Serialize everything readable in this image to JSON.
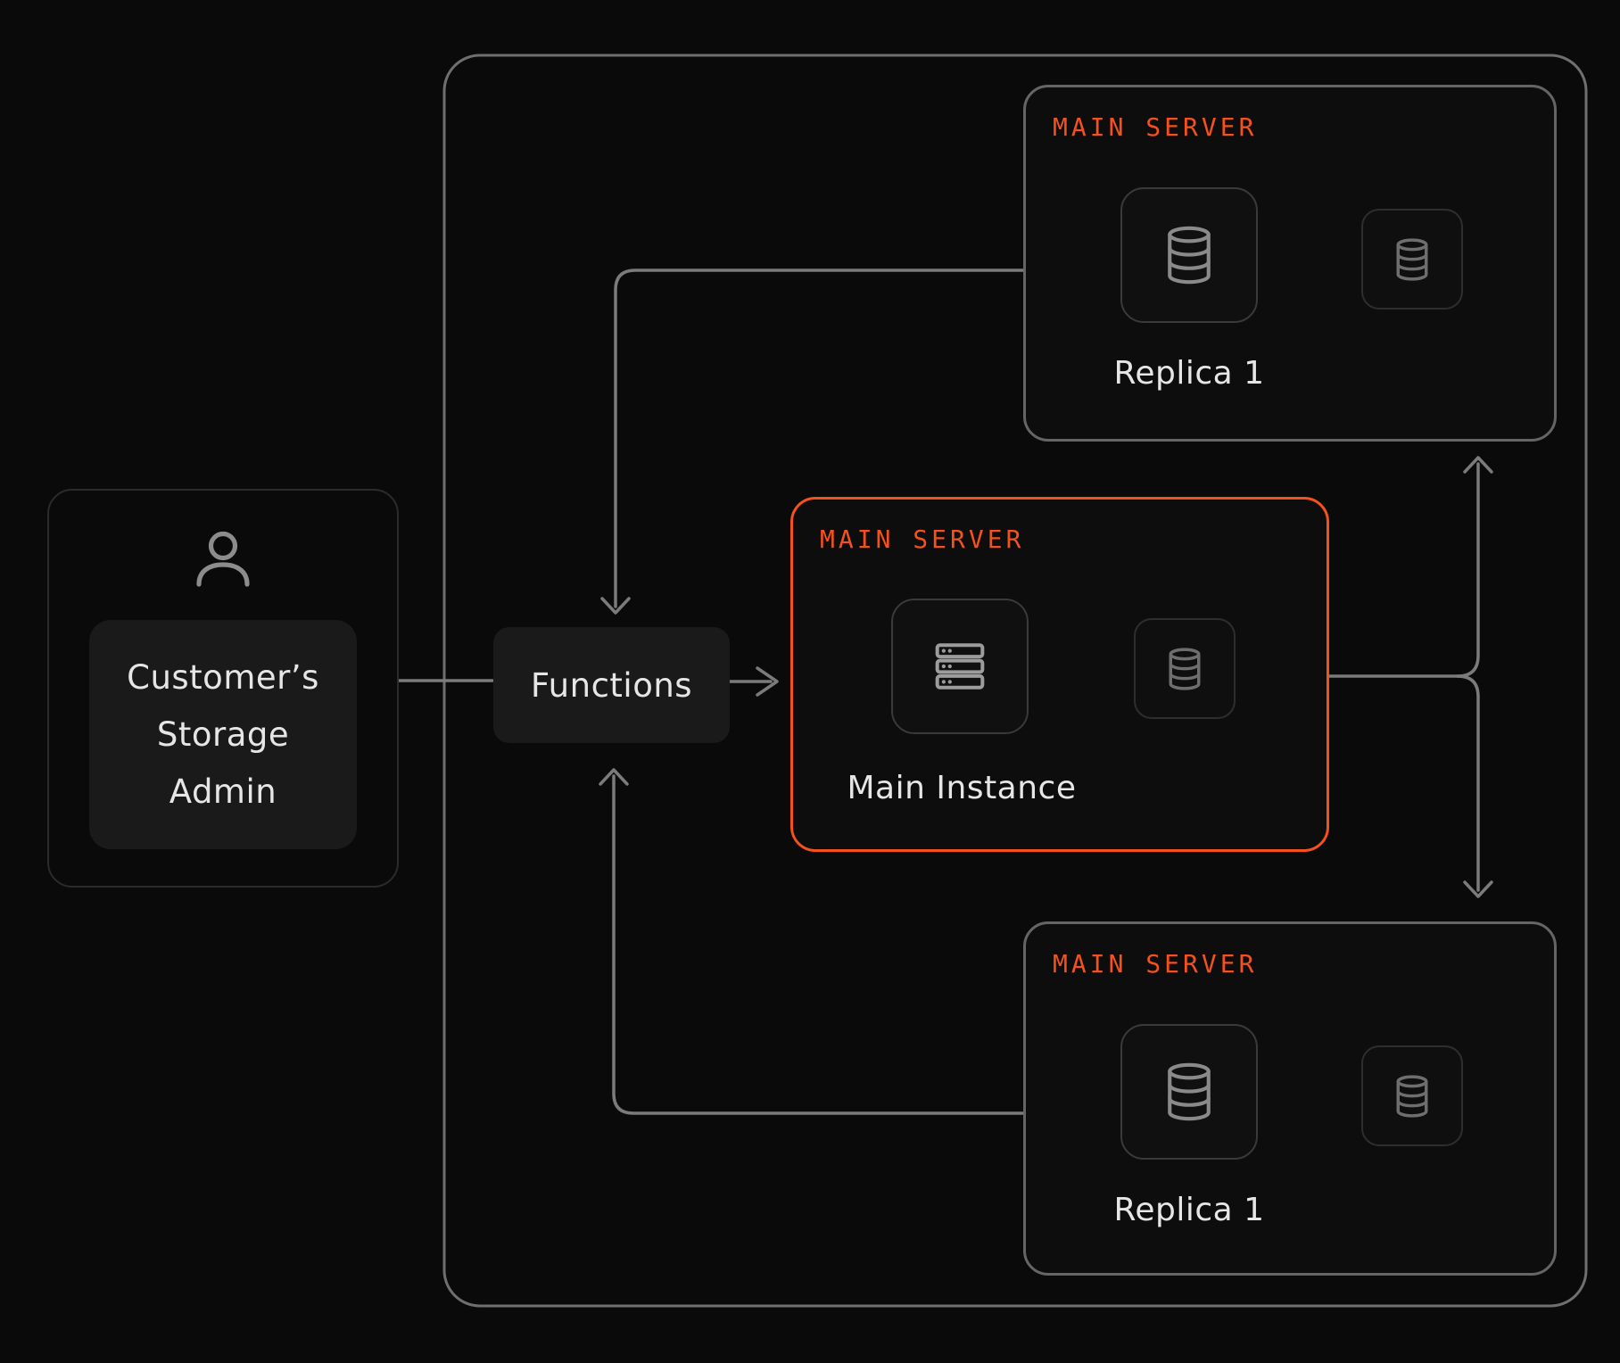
{
  "colors": {
    "bg": "#0a0a0a",
    "accent": "#f4511e",
    "line": "#7b7b7b",
    "loop": "#6f6f6f",
    "border": "#656565",
    "text": "#e6e6e6",
    "panel": "#1a1a1a"
  },
  "actor": {
    "line1": "Customer’s",
    "line2": "Storage",
    "line3": "Admin",
    "icon": "user-icon"
  },
  "functions": {
    "label": "Functions"
  },
  "servers": {
    "top": {
      "tag": "MAIN SERVER",
      "name": "Replica 1",
      "large_icon": "database-icon",
      "small_icon": "database-icon"
    },
    "main": {
      "tag": "MAIN SERVER",
      "name": "Main Instance",
      "large_icon": "server-rack-icon",
      "small_icon": "database-icon"
    },
    "bottom": {
      "tag": "MAIN SERVER",
      "name": "Replica 1",
      "large_icon": "database-icon",
      "small_icon": "database-icon"
    }
  }
}
